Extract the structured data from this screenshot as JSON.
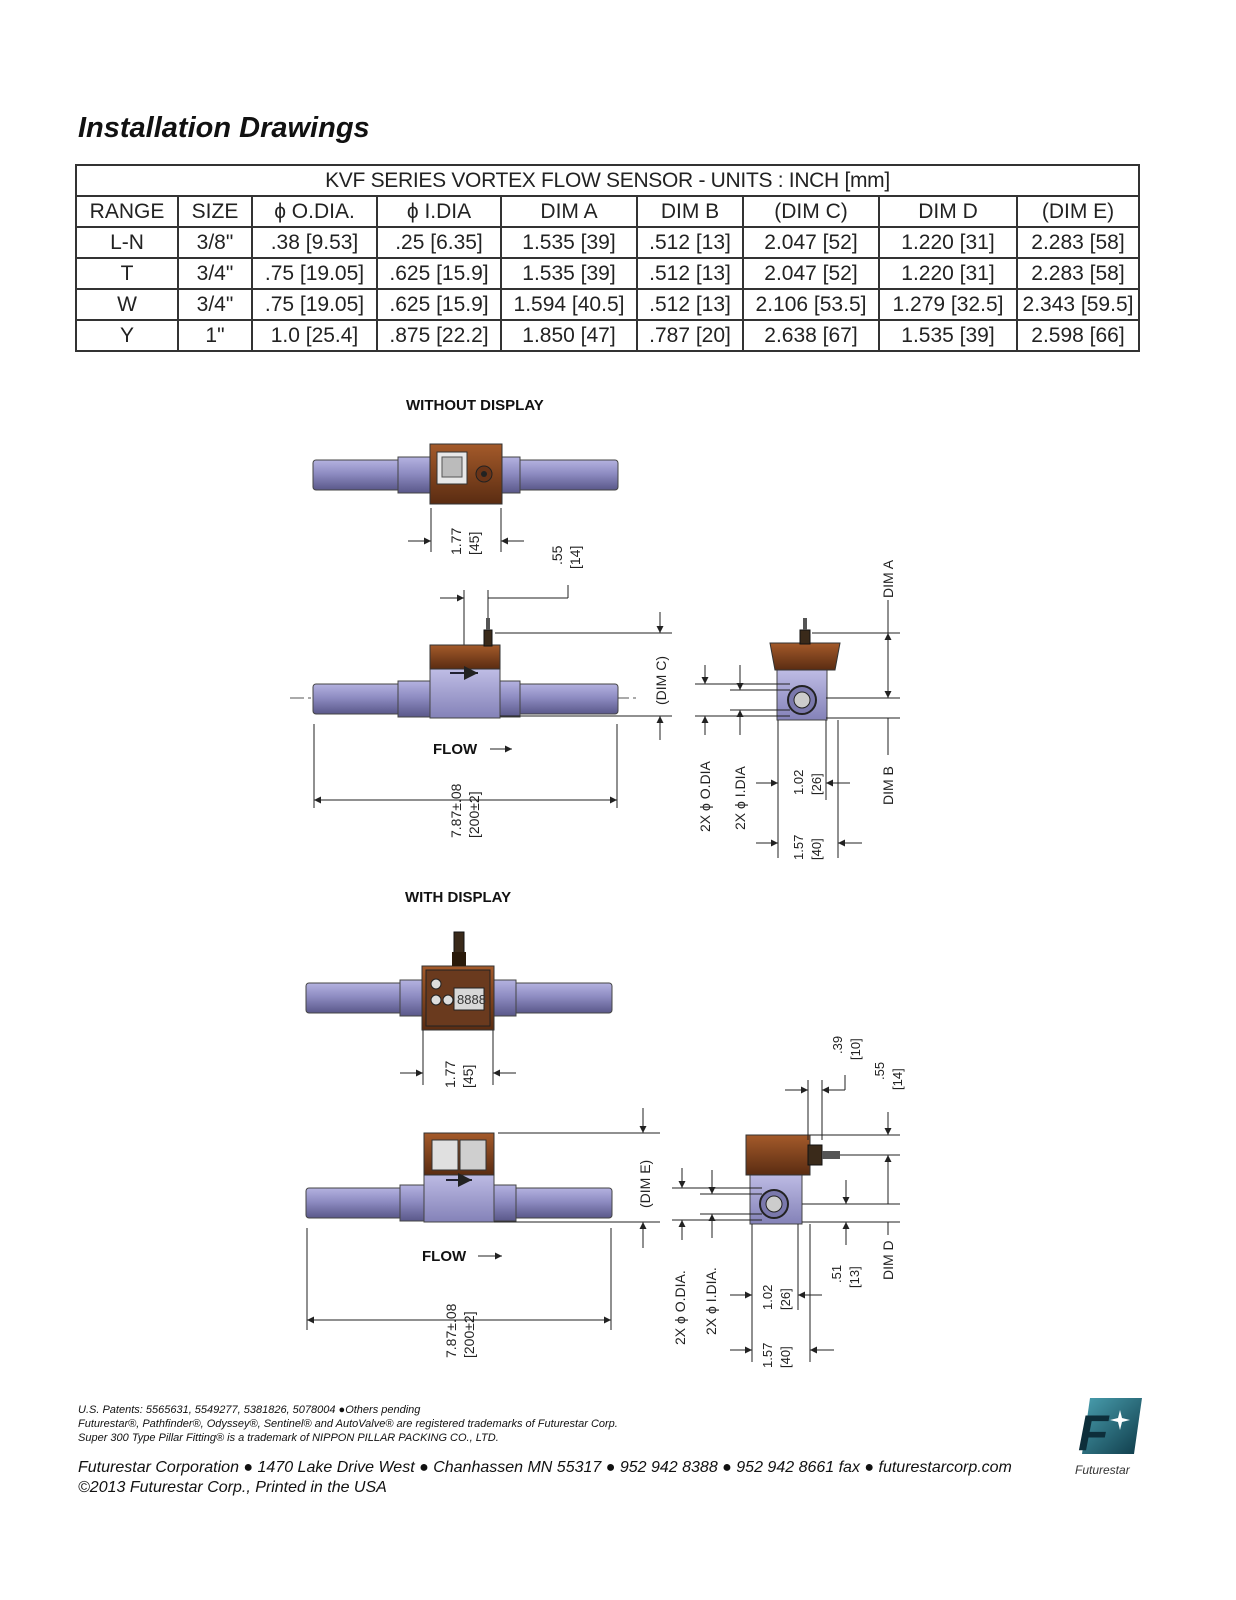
{
  "heading": "Installation Drawings",
  "table": {
    "caption": "KVF SERIES VORTEX FLOW SENSOR - UNITS : INCH [mm]",
    "headers": [
      "RANGE",
      "SIZE",
      "ϕ O.DIA.",
      "ϕ I.DIA",
      "DIM A",
      "DIM B",
      "(DIM C)",
      "DIM D",
      "(DIM E)"
    ],
    "rows": [
      [
        "L-N",
        "3/8\"",
        ".38 [9.53]",
        ".25 [6.35]",
        "1.535 [39]",
        ".512 [13]",
        "2.047 [52]",
        "1.220 [31]",
        "2.283 [58]"
      ],
      [
        "T",
        "3/4\"",
        ".75 [19.05]",
        ".625 [15.9]",
        "1.535 [39]",
        ".512 [13]",
        "2.047 [52]",
        "1.220 [31]",
        "2.283 [58]"
      ],
      [
        "W",
        "3/4\"",
        ".75 [19.05]",
        ".625 [15.9]",
        "1.594 [40.5]",
        ".512 [13]",
        "2.106 [53.5]",
        "1.279 [32.5]",
        "2.343 [59.5]"
      ],
      [
        "Y",
        "1\"",
        "1.0 [25.4]",
        ".875 [22.2]",
        "1.850 [47]",
        ".787 [20]",
        "2.638 [67]",
        "1.535 [39]",
        "2.598 [66]"
      ]
    ]
  },
  "drawings": {
    "without_display": {
      "title": "WITHOUT DISPLAY",
      "top_width": "1.77",
      "top_width_mm": "[45]",
      "offset": ".55",
      "offset_mm": "[14]",
      "dim_c": "(DIM C)",
      "dim_a": "DIM A",
      "dim_b": "DIM B",
      "flow": "FLOW",
      "length": "7.87±.08",
      "length_mm": "[200±2]",
      "odia": "2X ϕ O.DIA",
      "idia": "2X ϕ I.DIA",
      "h1": "1.02",
      "h1_mm": "[26]",
      "h2": "1.57",
      "h2_mm": "[40]"
    },
    "with_display": {
      "title": "WITH DISPLAY",
      "top_width": "1.77",
      "top_width_mm": "[45]",
      "a": ".39",
      "a_mm": "[10]",
      "b": ".55",
      "b_mm": "[14]",
      "dim_e": "(DIM E)",
      "dim_d": "DIM D",
      "flow": "FLOW",
      "length": "7.87±.08",
      "length_mm": "[200±2]",
      "odia": "2X ϕ O.DIA.",
      "idia": "2X ϕ I.DIA.",
      "h1": "1.02",
      "h1_mm": "[26]",
      "h2": "1.57",
      "h2_mm": "[40]",
      "c": ".51",
      "c_mm": "[13]"
    }
  },
  "footer": {
    "patents": "U.S. Patents: 5565631, 5549277, 5381826, 5078004 ●Others pending",
    "trademarks": "Futurestar®, Pathfinder®, Odyssey®, Sentinel® and AutoValve® are registered trademarks of Futurestar Corp.",
    "pillar": "Super 300 Type Pillar Fitting® is a trademark of NIPPON PILLAR PACKING CO., LTD.",
    "contact": "Futurestar Corporation ● 1470 Lake Drive West ● Chanhassen MN 55317  ● 952 942 8388 ● 952 942 8661 fax ● futurestarcorp.com",
    "copyright": "©2013 Futurestar Corp., Printed in the USA",
    "logo_letter": "F",
    "logo_text": "Futurestar"
  },
  "colors": {
    "pipe": "#8e8cc2",
    "pipe_dark": "#5a588a",
    "body_brown": "#8a4a22",
    "body_dark": "#4a2410",
    "line": "#222222"
  }
}
